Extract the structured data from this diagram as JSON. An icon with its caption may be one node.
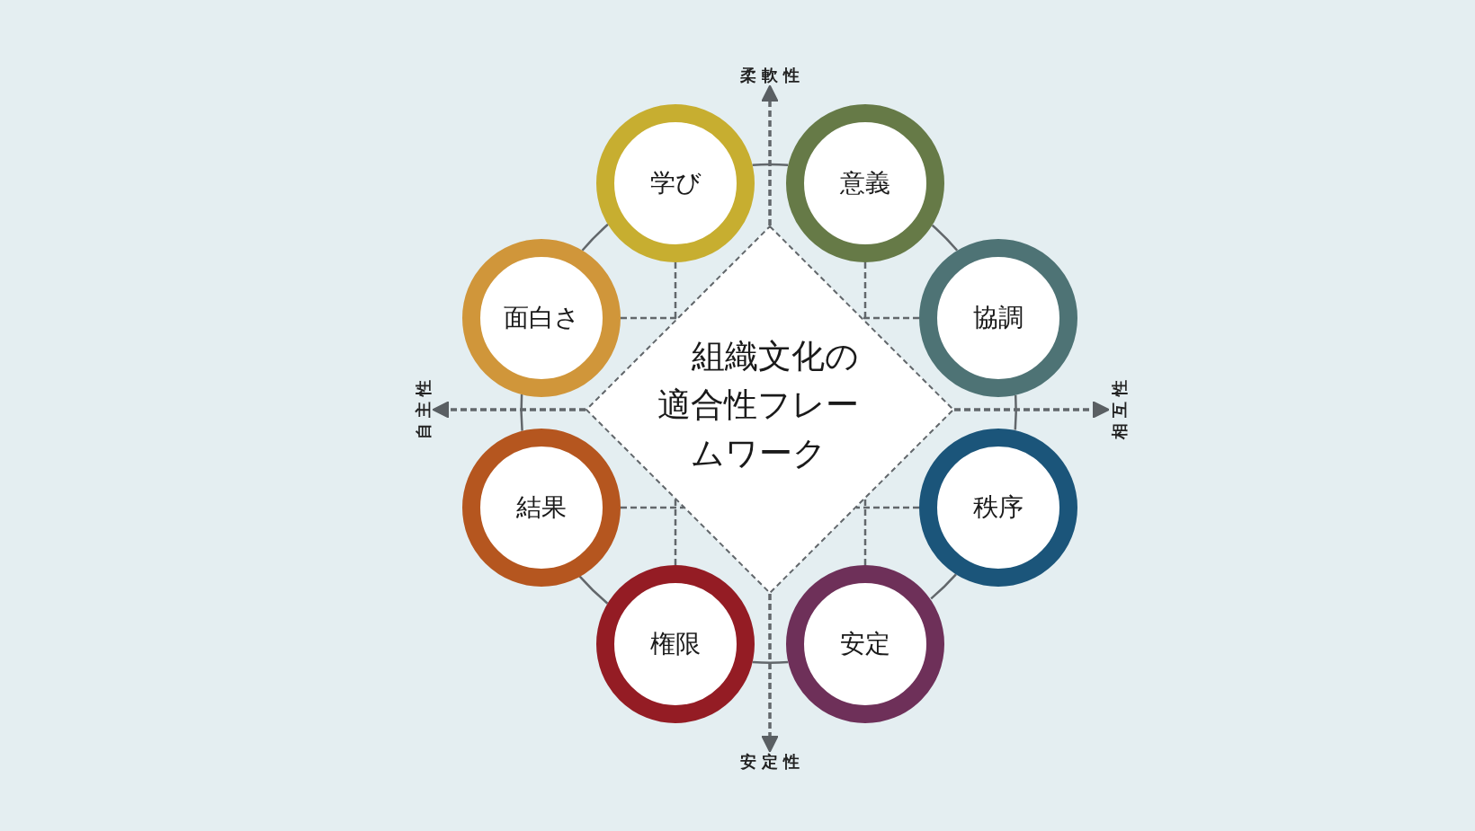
{
  "diagram": {
    "nodes": [
      {
        "text": [
          "組織文化の適合性フレームワーク"
        ]
      },
      {
        "text": [
          "学び"
        ]
      },
      {
        "text": [
          "意義"
        ]
      },
      {
        "text": [
          "面白さ"
        ]
      },
      {
        "text": [
          "協調"
        ]
      },
      {
        "text": [
          "結果"
        ]
      },
      {
        "text": [
          "秩序"
        ]
      },
      {
        "text": [
          "権限"
        ]
      },
      {
        "text": [
          "安定"
        ]
      },
      {
        "text": [
          "柔軟性"
        ]
      },
      {
        "text": [
          "自主性"
        ]
      },
      {
        "text": [
          "相互性"
        ]
      },
      {
        "text": [
          "安定性"
        ]
      }
    ],
    "edges": [
      {
        "from": 1,
        "to": 0,
        "arrow": "none",
        "style": "dashed"
      },
      {
        "from": 2,
        "to": 0,
        "arrow": "none",
        "style": "dashed"
      },
      {
        "from": 3,
        "to": 0,
        "arrow": "none",
        "style": "dashed"
      },
      {
        "from": 4,
        "to": 0,
        "arrow": "none",
        "style": "dashed"
      },
      {
        "from": 5,
        "to": 0,
        "arrow": "none",
        "style": "dashed"
      },
      {
        "from": 6,
        "to": 0,
        "arrow": "none",
        "style": "dashed"
      },
      {
        "from": 7,
        "to": 0,
        "arrow": "none",
        "style": "dashed"
      },
      {
        "from": 8,
        "to": 0,
        "arrow": "none",
        "style": "dashed"
      },
      {
        "from": 1,
        "to": 2,
        "arrow": "none"
      },
      {
        "from": 2,
        "to": 4,
        "arrow": "none"
      },
      {
        "from": 4,
        "to": 6,
        "arrow": "none"
      },
      {
        "from": 6,
        "to": 8,
        "arrow": "none"
      },
      {
        "from": 8,
        "to": 7,
        "arrow": "none"
      },
      {
        "from": 7,
        "to": 5,
        "arrow": "none"
      },
      {
        "from": 5,
        "to": 3,
        "arrow": "none"
      },
      {
        "from": 3,
        "to": 1,
        "arrow": "none"
      },
      {
        "from": 0,
        "to": 9,
        "arrow": "to",
        "style": "dashed"
      },
      {
        "from": 0,
        "to": 10,
        "arrow": "to",
        "style": "dashed"
      },
      {
        "from": 0,
        "to": 11,
        "arrow": "to",
        "style": "dashed"
      },
      {
        "from": 0,
        "to": 12,
        "arrow": "to",
        "style": "dashed"
      }
    ]
  }
}
